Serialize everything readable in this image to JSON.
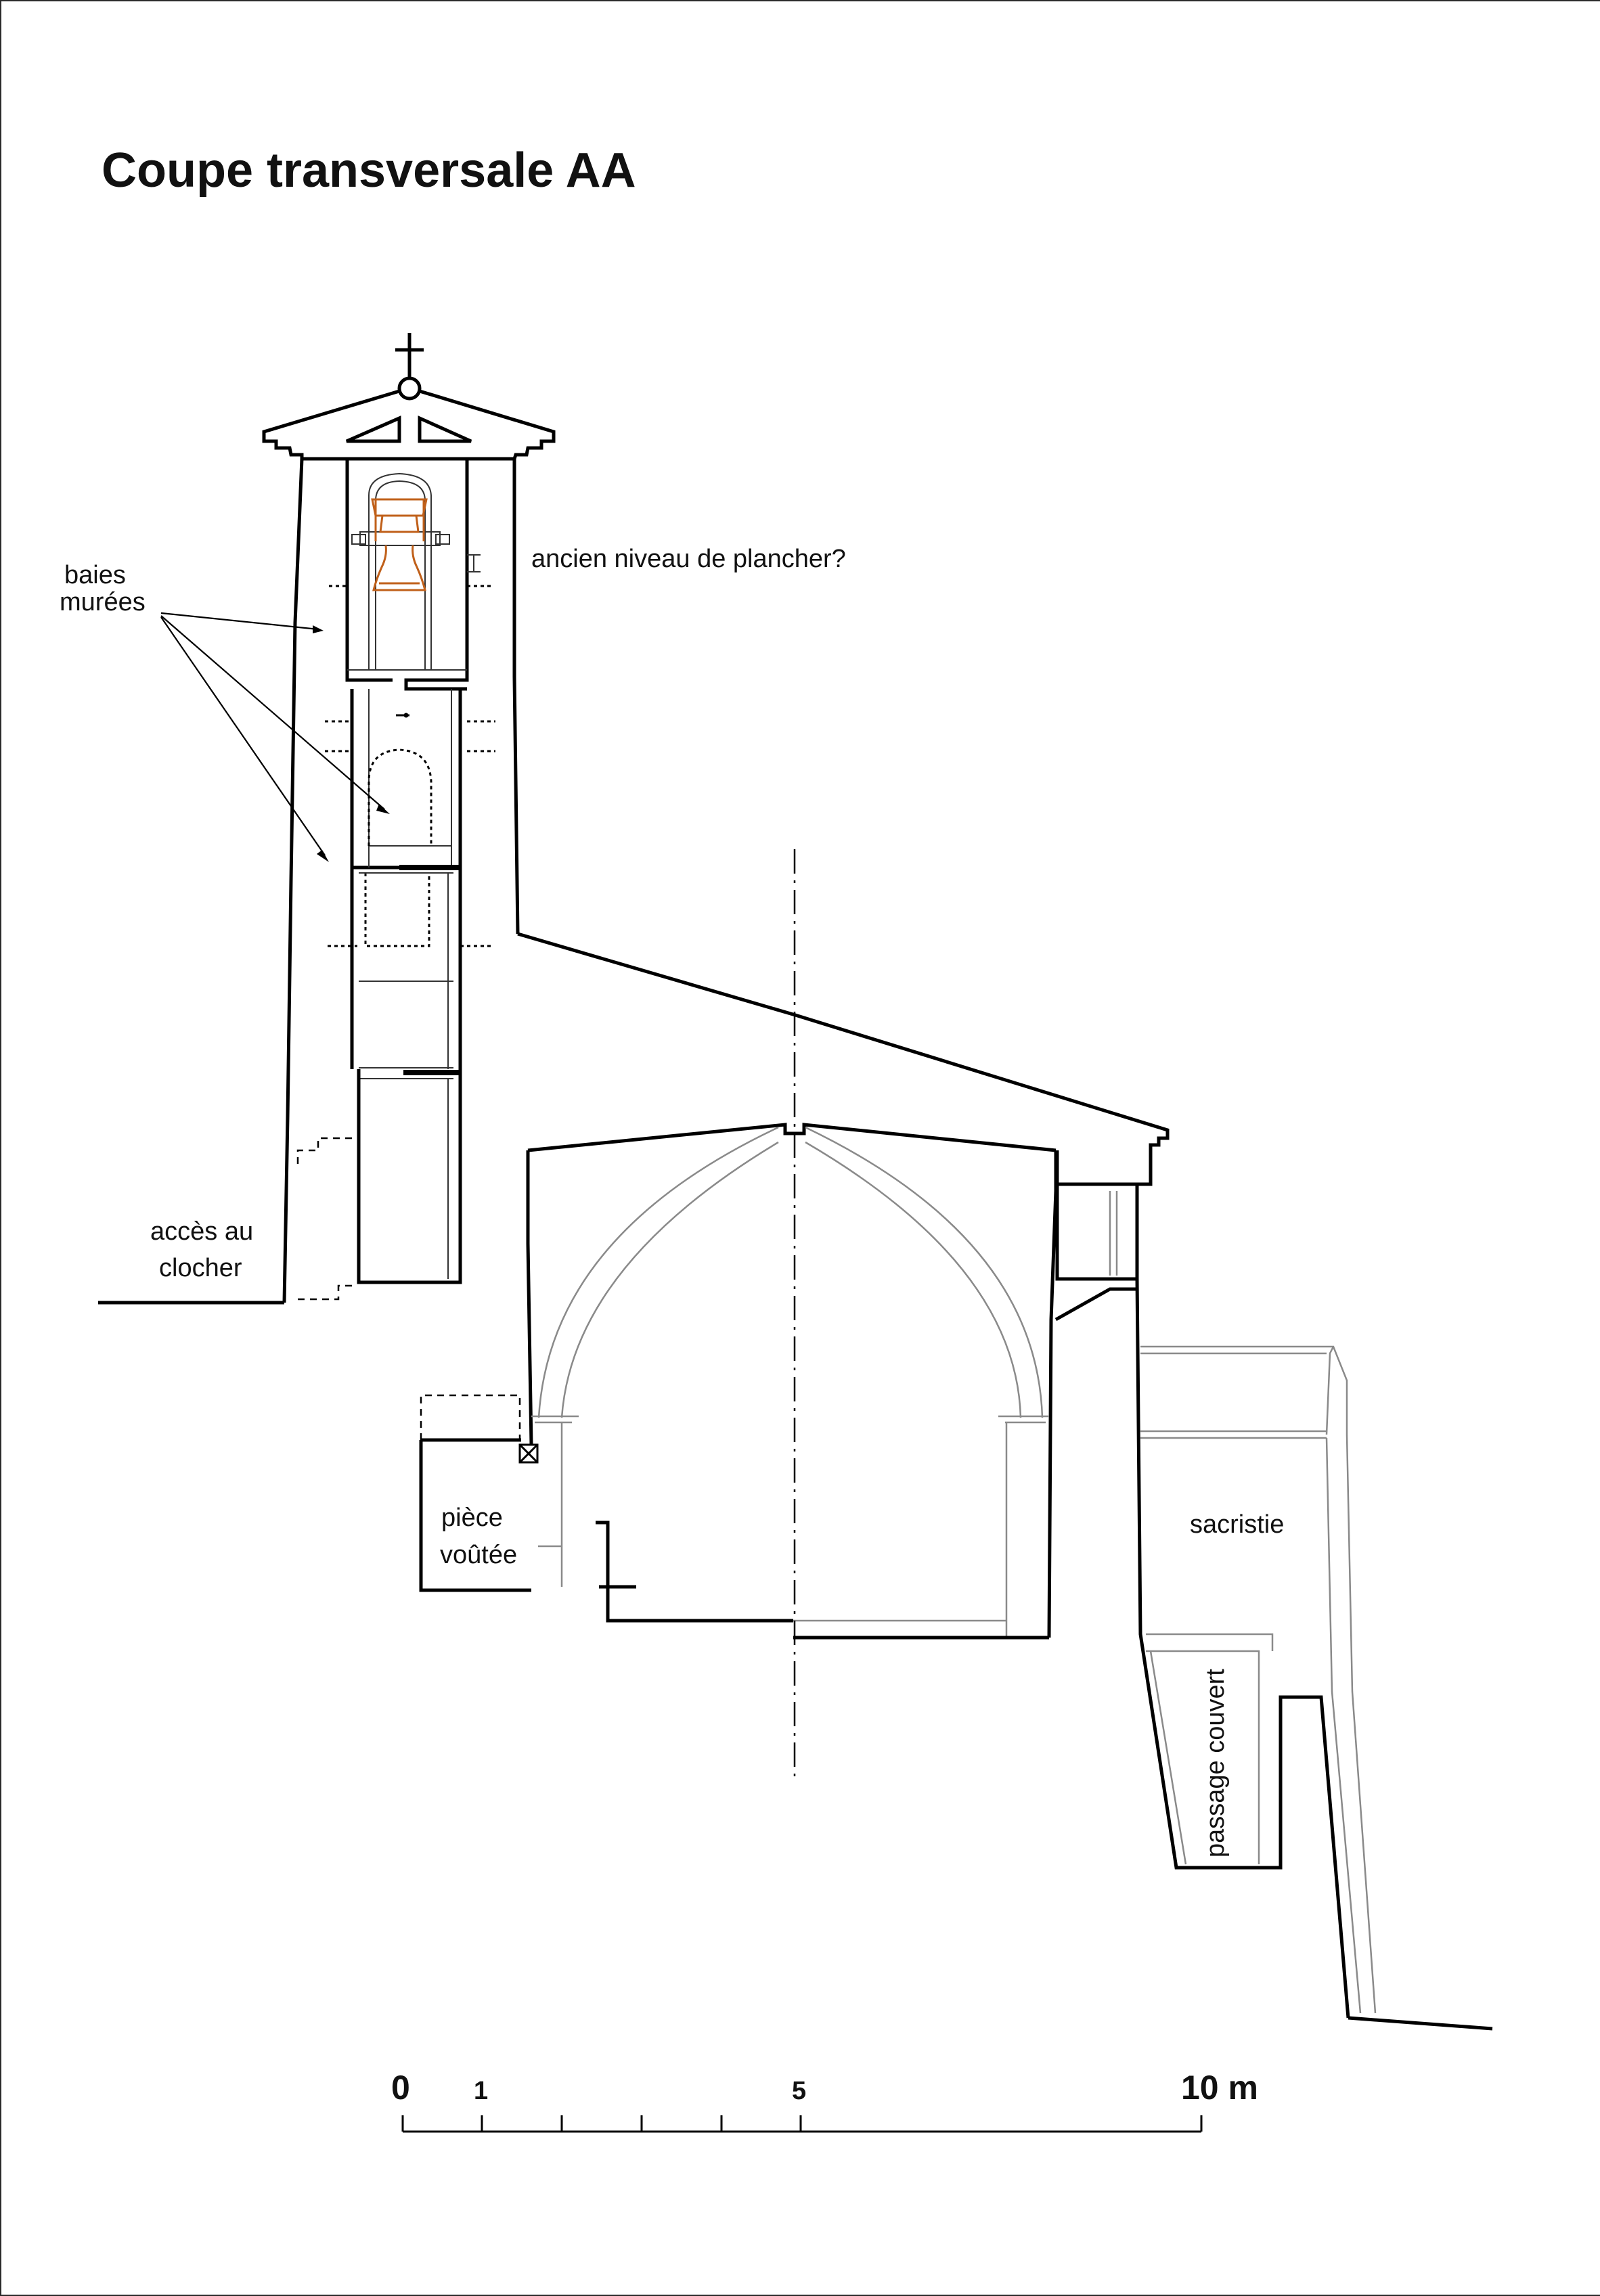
{
  "title": "Coupe transversale AA",
  "labels": {
    "baies": "baies",
    "murees": "murées",
    "ancien_niveau": "ancien niveau de plancher?",
    "acces": "accès au",
    "clocher": "clocher",
    "piece": "pièce",
    "voutee": "voûtée",
    "sacristie": "sacristie",
    "passage_couvert": "passage couvert"
  },
  "scale": {
    "tick_0": "0",
    "tick_1": "1",
    "tick_5": "5",
    "tick_10": "10 m"
  },
  "colors": {
    "ink": "#000000",
    "bell": "#c0601a",
    "section_lines": "#8a8a8a"
  }
}
